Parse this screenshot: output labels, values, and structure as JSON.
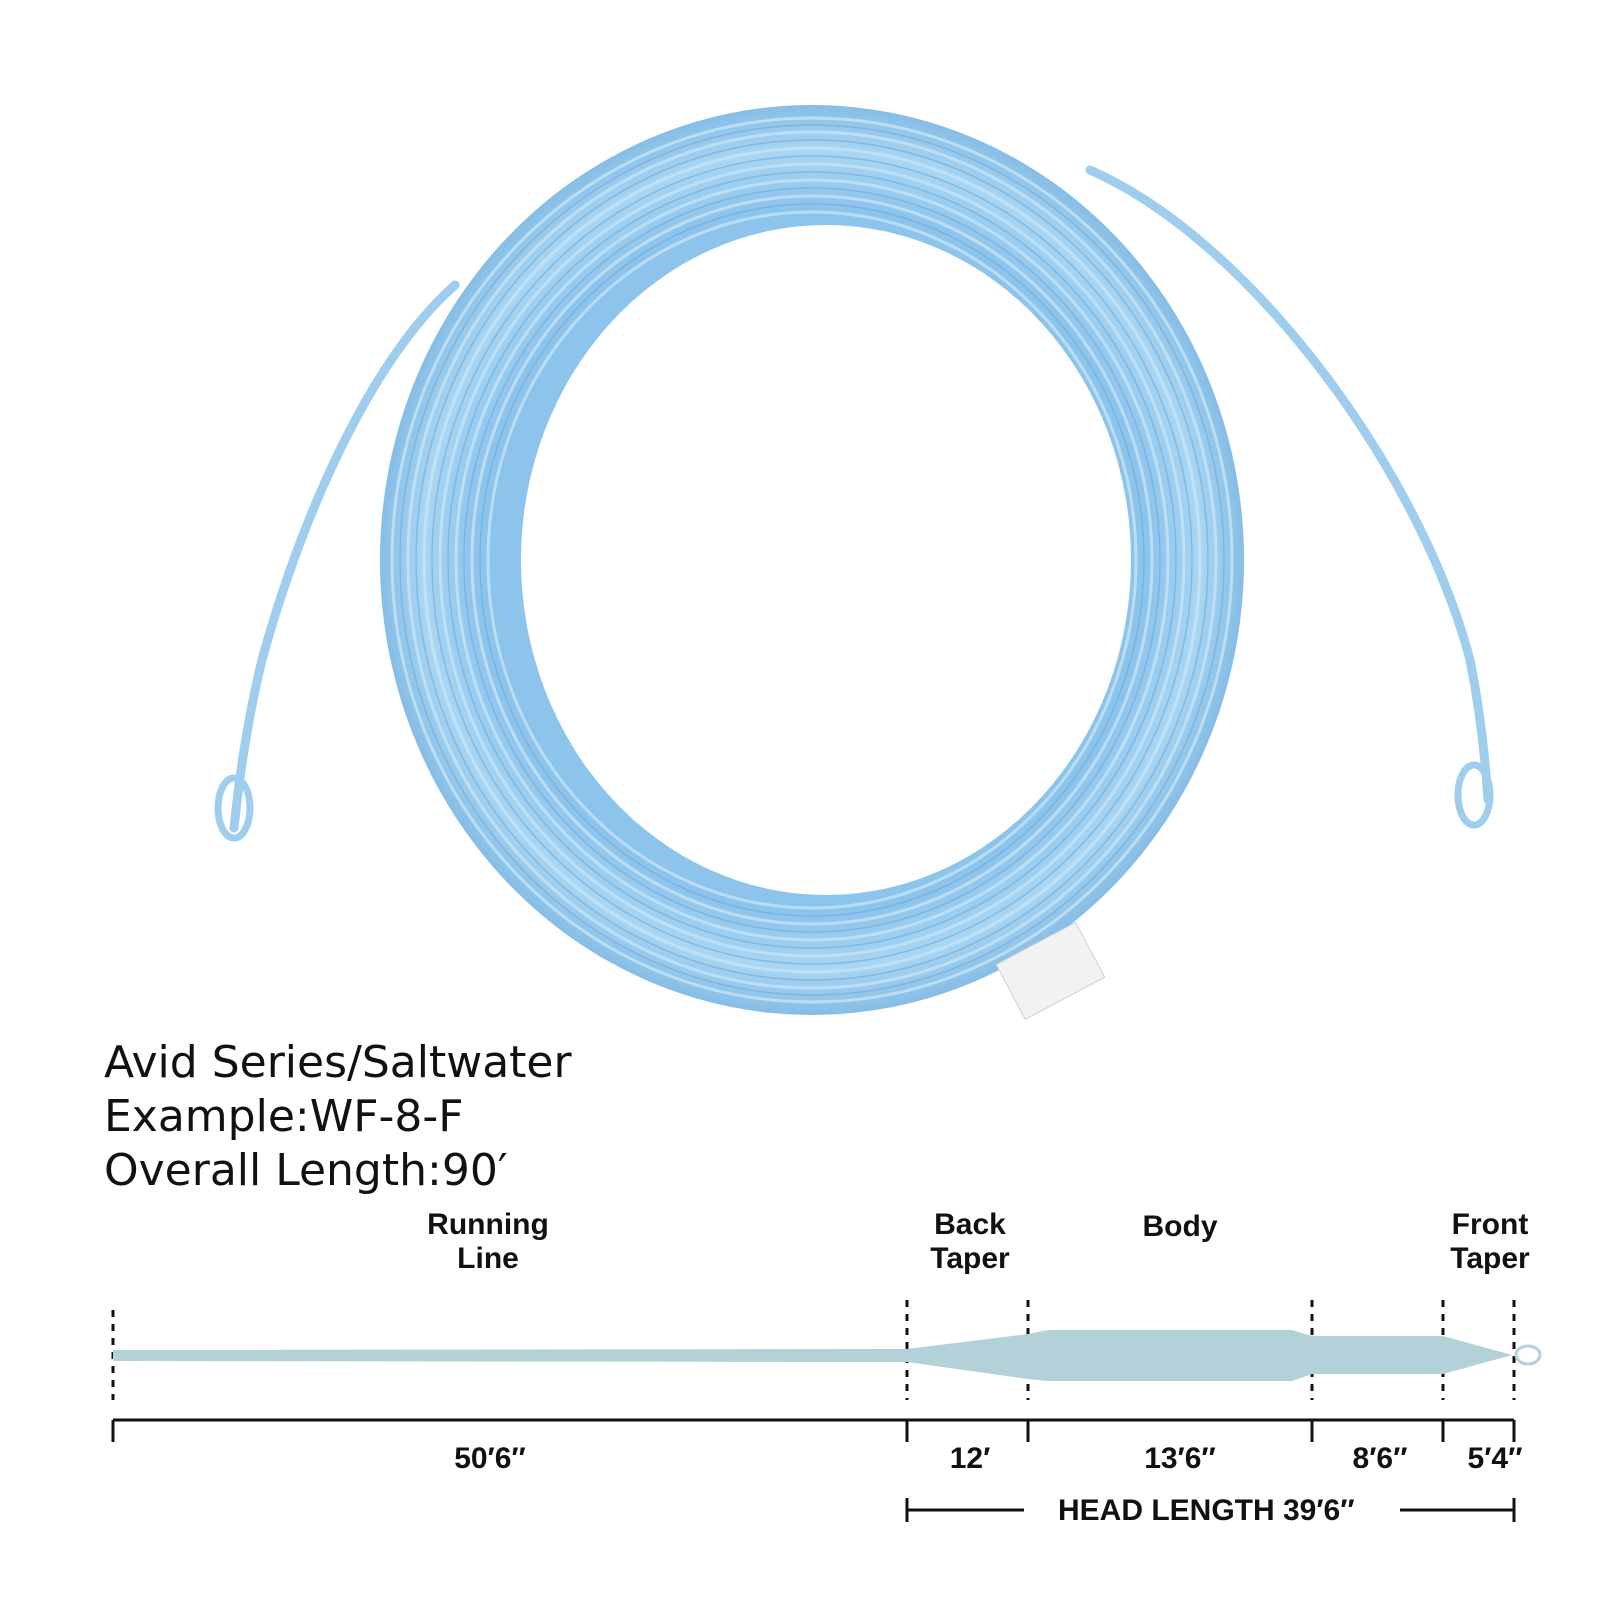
{
  "product": {
    "series": "Avid Series/Saltwater",
    "example": "Example:WF-8-F",
    "overall_length": "Overall Length:90′"
  },
  "taper": {
    "sections": {
      "running_line": "Running\nLine",
      "back_taper": "Back\nTaper",
      "body": "Body",
      "front_taper": "Front\nTaper"
    },
    "lengths": {
      "running_line": "50′6″",
      "back_taper": "12′",
      "body": "13′6″",
      "belly": "8′6″",
      "front_taper": "5′4″"
    },
    "head_length": "HEAD LENGTH 39′6″"
  },
  "colors": {
    "line_blue": "#9fcdee",
    "line_blue_dark": "#6fa8d8",
    "taper_fill": "#b2d1d9",
    "ink": "#111111"
  }
}
